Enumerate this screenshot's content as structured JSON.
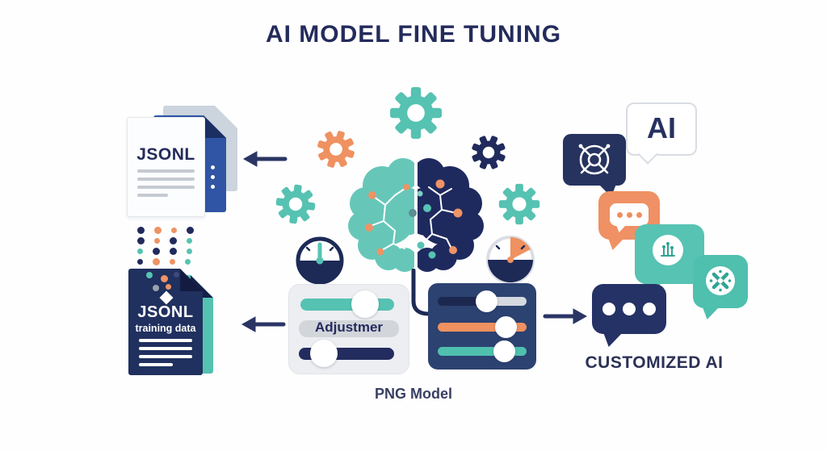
{
  "title": "AI MODEL FINE TUNING",
  "palette": {
    "navy": "#232c5e",
    "doc_blue": "#2f55a4",
    "teal": "#57c3b3",
    "orange": "#ef9164,",
    "panel_gray": "#eceef1",
    "panel_navy": "#2c4271"
  },
  "source_docs": {
    "label": "JSONL"
  },
  "training_doc": {
    "title": "JSONL",
    "subtitle": "training data"
  },
  "tuning_panel": {
    "label": "Adjustmer"
  },
  "model_panel": {
    "caption": "PNG Model"
  },
  "output": {
    "ai_label": "AI",
    "caption": "CUSTOMIZED AI"
  },
  "icons": [
    "gear-icon",
    "brain-icon",
    "gauge-icon",
    "document-icon",
    "speech-bubble-icon",
    "ellipsis-icon",
    "wheel-icon",
    "circuit-icon",
    "x-wheel-icon",
    "arrow-icon"
  ]
}
